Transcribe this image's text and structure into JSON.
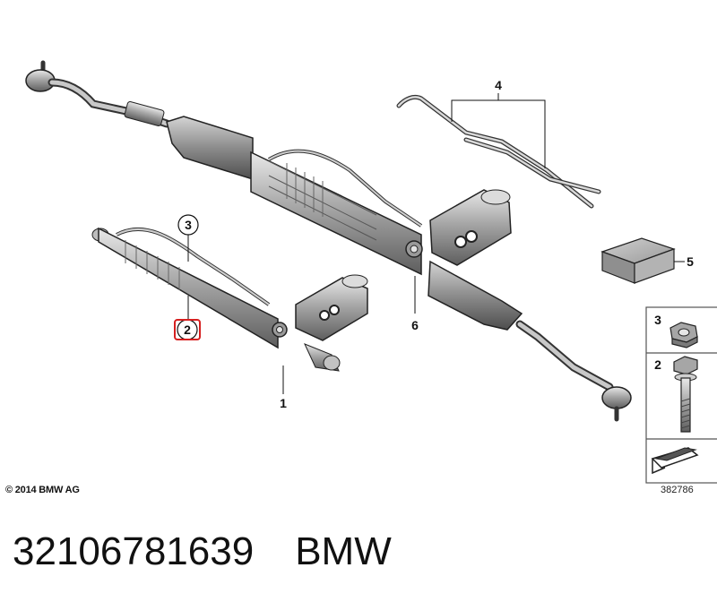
{
  "callouts": {
    "item1": "1",
    "item2": "2",
    "item3": "3",
    "item4": "4",
    "item5": "5",
    "item6": "6"
  },
  "legend": {
    "row1_label": "3",
    "row2_label": "2"
  },
  "copyright": "© 2014 BMW AG",
  "drawing_number": "382786",
  "caption": {
    "part_number": "32106781639",
    "brand": "BMW"
  },
  "colors": {
    "highlight": "#d62020",
    "metal_dark": "#6f6f6f",
    "metal_mid": "#a9a9a9",
    "metal_light": "#dcdcdc",
    "line": "#1a1a1a"
  }
}
